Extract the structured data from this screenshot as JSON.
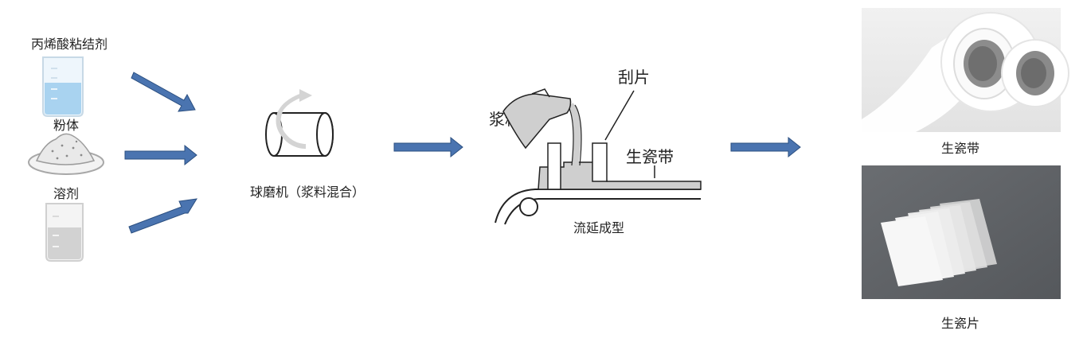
{
  "inputs": {
    "binder": "丙烯酸粘结剂",
    "powder": "粉体",
    "solvent": "溶剂"
  },
  "ball_mill": {
    "label": "球磨机（浆料混合）"
  },
  "tape_casting": {
    "label": "流延成型",
    "slurry": "浆料",
    "blade": "刮片",
    "green_tape": "生瓷带"
  },
  "outputs": {
    "green_tape": "生瓷带",
    "green_sheet": "生瓷片"
  },
  "colors": {
    "arrow_fill": "#4a74b0",
    "arrow_stroke": "#2b4f80",
    "beaker_blue": "#a9d3f0",
    "beaker_gray": "#d2d2d2",
    "machine_gray": "#cfcfcf",
    "photo_dark": "#5f6266"
  }
}
